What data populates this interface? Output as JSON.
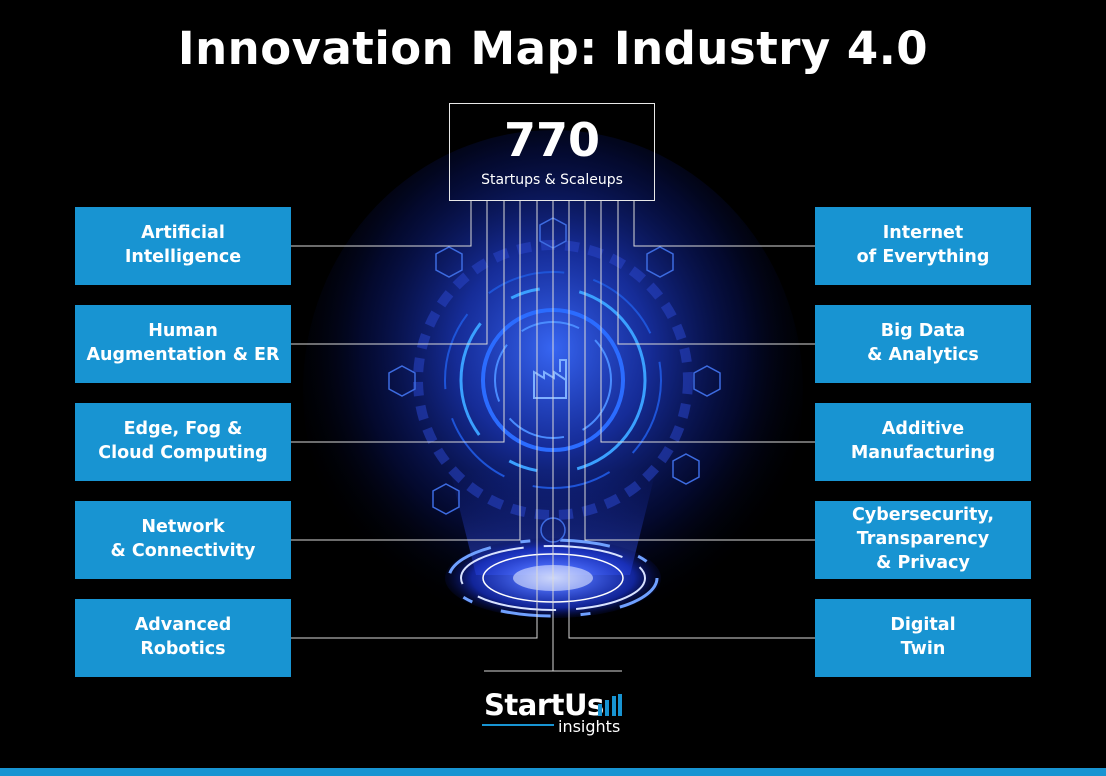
{
  "title": "Innovation Map: Industry 4.0",
  "center": {
    "count": "770",
    "label": "Startups & Scaleups"
  },
  "categories_left": [
    {
      "label": "Artificial\nIntelligence"
    },
    {
      "label": "Human\nAugmentation & ER"
    },
    {
      "label": "Edge, Fog &\nCloud Computing"
    },
    {
      "label": "Network\n& Connectivity"
    },
    {
      "label": "Advanced\nRobotics"
    }
  ],
  "categories_right": [
    {
      "label": "Internet\nof Everything"
    },
    {
      "label": "Big Data\n& Analytics"
    },
    {
      "label": "Additive\nManufacturing"
    },
    {
      "label": "Cybersecurity,\nTransparency\n& Privacy"
    },
    {
      "label": "Digital\nTwin"
    }
  ],
  "logo": {
    "name": "StartUs",
    "sub": "insights"
  },
  "colors": {
    "accent": "#1894d2",
    "background": "#000000",
    "glow": "#1f4dff"
  },
  "icons": [
    "cloud-chip-icon",
    "satellite-icon",
    "lightbulb-icon",
    "mobile-phone-icon",
    "factory-icon",
    "signal-tower-icon",
    "robot-arm-icon",
    "molecule-icon",
    "globe-icon"
  ]
}
